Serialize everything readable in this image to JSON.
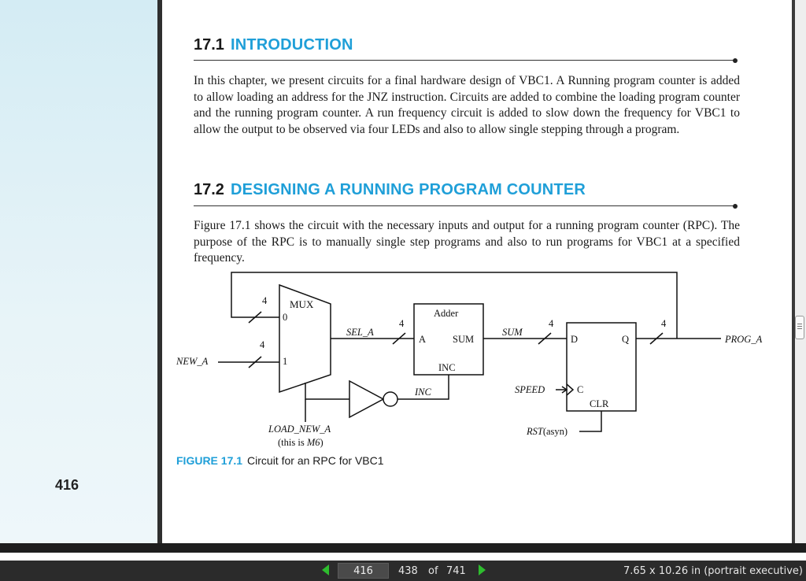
{
  "page": {
    "number": "416",
    "section1": {
      "number": "17.1",
      "title": "INTRODUCTION",
      "body": "In this chapter, we present circuits for a final hardware design of VBC1. A Running program counter is added to allow loading an address for the JNZ instruction. Circuits are added to combine the loading program counter and the running program counter. A run frequency circuit is added to slow down the frequency for VBC1 to allow the output to be observed via four LEDs and also to allow single stepping through a program."
    },
    "section2": {
      "number": "17.2",
      "title": "DESIGNING A RUNNING PROGRAM COUNTER",
      "body": "Figure 17.1 shows the circuit with the necessary inputs and output for a running program counter (RPC). The purpose of the RPC is to manually single step programs and also to run programs for VBC1 at a specified frequency."
    },
    "figure": {
      "label": "FIGURE 17.1",
      "caption": "Circuit for an RPC for VBC1",
      "circuit": {
        "mux_label": "MUX",
        "mux_in0": "0",
        "mux_in1": "1",
        "bus_width_feedback": "4",
        "bus_width_new": "4",
        "bus_width_sel": "4",
        "bus_width_sum": "4",
        "bus_width_prog": "4",
        "new_a": "NEW_A",
        "sel_a": "SEL_A",
        "adder_label": "Adder",
        "adder_a": "A",
        "adder_sum": "SUM",
        "adder_inc": "INC",
        "inc_signal": "INC",
        "sum_signal": "SUM",
        "ff_d": "D",
        "ff_q": "Q",
        "ff_c": "C",
        "ff_clr": "CLR",
        "speed": "SPEED",
        "rst": "RST",
        "rst_suffix": "(asyn)",
        "prog_a": "PROG_A",
        "load_new_a": "LOAD_NEW_A",
        "load_note_prefix": "(this is ",
        "load_note_m": "M6",
        "load_note_suffix": ")"
      }
    }
  },
  "toolbar": {
    "current_page": "416",
    "page_label": "438",
    "of": "of",
    "total_pages": "741",
    "page_size": "7.65 x 10.26 in (portrait executive)"
  },
  "colors": {
    "accent": "#1f9fd8",
    "nav_arrow": "#2ebd2e",
    "toolbar_bg": "#2b2b2b",
    "margin_panel": "#e0f1f6"
  }
}
